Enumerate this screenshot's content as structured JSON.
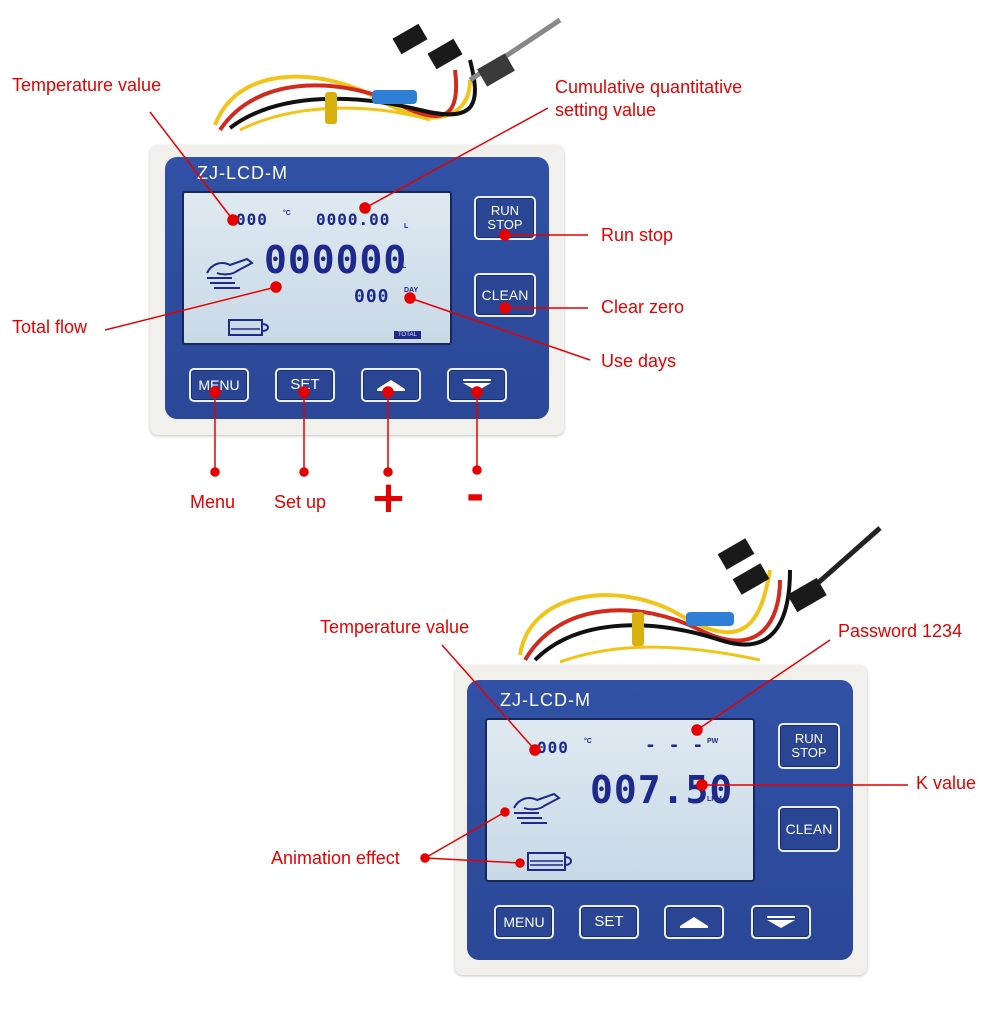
{
  "device": {
    "model": "ZJ-LCD-M",
    "buttons": {
      "run_stop": "RUN\nSTOP",
      "clean": "CLEAN",
      "menu": "MENU",
      "set": "SET"
    }
  },
  "display_top": {
    "temperature": "000",
    "temperature_unit": "°C",
    "cumulative_setting": "0000.00",
    "cumulative_unit": "L",
    "total_flow": "000000",
    "total_flow_unit": "L",
    "use_days": "000",
    "use_days_unit": "DAY",
    "total_badge": "TOTAL"
  },
  "display_bottom": {
    "temperature": "000",
    "temperature_unit": "°C",
    "password": "- - -",
    "password_unit": "PW",
    "k_value": "007.50",
    "k_value_unit": "LPM"
  },
  "callouts_top": {
    "temperature_value": "Temperature value",
    "cumulative_setting_line1": "Cumulative quantitative",
    "cumulative_setting_line2": "setting value",
    "run_stop": "Run stop",
    "clear_zero": "Clear zero",
    "use_days": "Use days",
    "total_flow": "Total flow",
    "menu": "Menu",
    "set_up": "Set up",
    "plus": "+",
    "minus": "-"
  },
  "callouts_bottom": {
    "temperature_value": "Temperature value",
    "password": "Password 1234",
    "k_value": "K value",
    "animation_effect": "Animation effect"
  },
  "colors": {
    "callout_red": "#e60000",
    "panel_blue": "#2b4797",
    "lcd_bg": "#d4e3ee",
    "segment_blue": "#1d2a8c"
  }
}
